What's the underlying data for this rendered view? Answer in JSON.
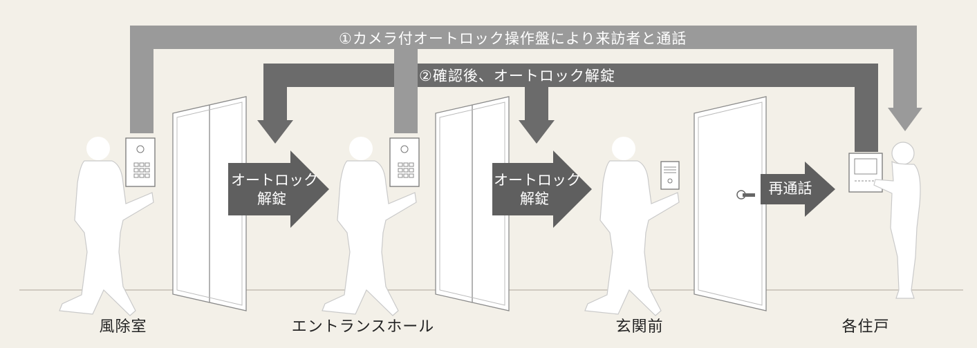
{
  "flows": {
    "flow1": "①カメラ付オートロック操作盤により来訪者と通話",
    "flow2": "②確認後、オートロック解錠"
  },
  "action_arrows": [
    {
      "line1": "オートロック",
      "line2": "解錠"
    },
    {
      "line1": "オートロック",
      "line2": "解錠"
    },
    {
      "line1": "再通話",
      "line2": ""
    }
  ],
  "locations": [
    "風除室",
    "エントランスホール",
    "玄関前",
    "各住戸"
  ],
  "colors": {
    "background": "#f3f0e8",
    "flow1": "#9a9a9a",
    "flow2": "#6b6b6b",
    "action_arrow": "#5f5f5f",
    "silhouette": "#ffffff"
  }
}
